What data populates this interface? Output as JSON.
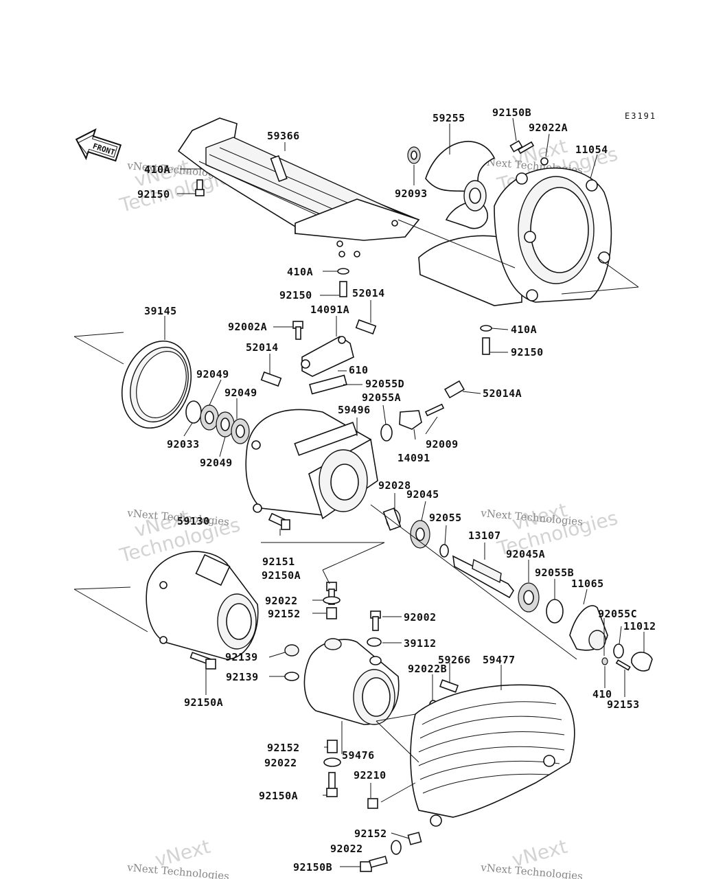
{
  "diagram_code": "E3191",
  "front_label": "FRONT",
  "watermark": {
    "line1": "vNext",
    "line2": "Technologies",
    "small": "vNext Technologies"
  },
  "labels": [
    {
      "id": "l59366",
      "text": "59366"
    },
    {
      "id": "l410A_1",
      "text": "410A"
    },
    {
      "id": "l92150_1",
      "text": "92150"
    },
    {
      "id": "l59255",
      "text": "59255"
    },
    {
      "id": "l92150B_1",
      "text": "92150B"
    },
    {
      "id": "l92022A",
      "text": "92022A"
    },
    {
      "id": "l11054",
      "text": "11054"
    },
    {
      "id": "l92093",
      "text": "92093"
    },
    {
      "id": "l410A_2",
      "text": "410A"
    },
    {
      "id": "l92150_2",
      "text": "92150"
    },
    {
      "id": "l52014_1",
      "text": "52014"
    },
    {
      "id": "l410A_3",
      "text": "410A"
    },
    {
      "id": "l92150_3",
      "text": "92150"
    },
    {
      "id": "l39145",
      "text": "39145"
    },
    {
      "id": "l92002A",
      "text": "92002A"
    },
    {
      "id": "l14091A",
      "text": "14091A"
    },
    {
      "id": "l52014_2",
      "text": "52014"
    },
    {
      "id": "l610",
      "text": "610"
    },
    {
      "id": "l92055D",
      "text": "92055D"
    },
    {
      "id": "l92049_1",
      "text": "92049"
    },
    {
      "id": "l92049_2",
      "text": "92049"
    },
    {
      "id": "l52014A",
      "text": "52014A"
    },
    {
      "id": "l92055A",
      "text": "92055A"
    },
    {
      "id": "l59496",
      "text": "59496"
    },
    {
      "id": "l92033",
      "text": "92033"
    },
    {
      "id": "l92009",
      "text": "92009"
    },
    {
      "id": "l14091",
      "text": "14091"
    },
    {
      "id": "l92049_3",
      "text": "92049"
    },
    {
      "id": "l92028",
      "text": "92028"
    },
    {
      "id": "l92045",
      "text": "92045"
    },
    {
      "id": "l92055",
      "text": "92055"
    },
    {
      "id": "l59130",
      "text": "59130"
    },
    {
      "id": "l13107",
      "text": "13107"
    },
    {
      "id": "l92045A",
      "text": "92045A"
    },
    {
      "id": "l92151",
      "text": "92151"
    },
    {
      "id": "l92150A_1",
      "text": "92150A"
    },
    {
      "id": "l92055B",
      "text": "92055B"
    },
    {
      "id": "l11065",
      "text": "11065"
    },
    {
      "id": "l92022_1",
      "text": "92022"
    },
    {
      "id": "l92152_1",
      "text": "92152"
    },
    {
      "id": "l92002",
      "text": "92002"
    },
    {
      "id": "l92055C",
      "text": "92055C"
    },
    {
      "id": "l11012",
      "text": "11012"
    },
    {
      "id": "l39112",
      "text": "39112"
    },
    {
      "id": "l92139_1",
      "text": "92139"
    },
    {
      "id": "l59266",
      "text": "59266"
    },
    {
      "id": "l59477",
      "text": "59477"
    },
    {
      "id": "l92022B",
      "text": "92022B"
    },
    {
      "id": "l92139_2",
      "text": "92139"
    },
    {
      "id": "l92150A_2",
      "text": "92150A"
    },
    {
      "id": "l410",
      "text": "410"
    },
    {
      "id": "l92153",
      "text": "92153"
    },
    {
      "id": "l92152_2",
      "text": "92152"
    },
    {
      "id": "l59476",
      "text": "59476"
    },
    {
      "id": "l92022_2",
      "text": "92022"
    },
    {
      "id": "l92210",
      "text": "92210"
    },
    {
      "id": "l92150A_3",
      "text": "92150A"
    },
    {
      "id": "l92152_3",
      "text": "92152"
    },
    {
      "id": "l92022_3",
      "text": "92022"
    },
    {
      "id": "l92150B_2",
      "text": "92150B"
    }
  ]
}
